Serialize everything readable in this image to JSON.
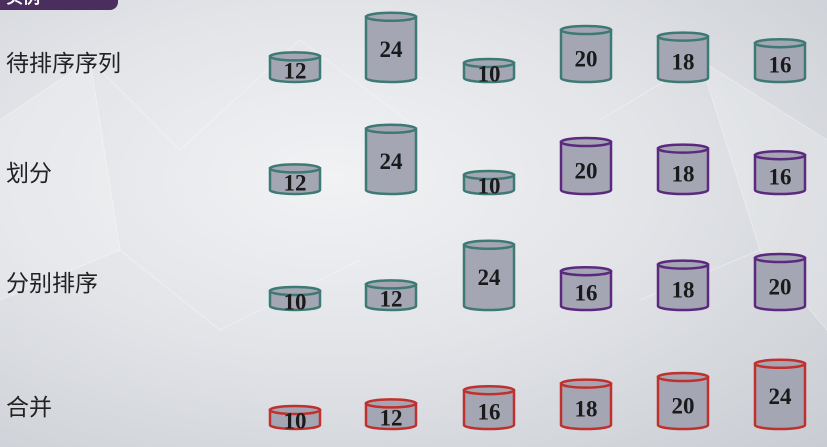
{
  "tag_text": "实例",
  "colors": {
    "teal": "#3d7a73",
    "purple": "#5b2a7e",
    "red": "#c0302d",
    "fill": "#a5a6b4"
  },
  "rows": [
    {
      "label": "待排序序列",
      "items": [
        {
          "value": 12,
          "color": "teal"
        },
        {
          "value": 24,
          "color": "teal"
        },
        {
          "value": 10,
          "color": "teal"
        },
        {
          "value": 20,
          "color": "teal"
        },
        {
          "value": 18,
          "color": "teal"
        },
        {
          "value": 16,
          "color": "teal"
        }
      ]
    },
    {
      "label": "划分",
      "items": [
        {
          "value": 12,
          "color": "teal"
        },
        {
          "value": 24,
          "color": "teal"
        },
        {
          "value": 10,
          "color": "teal"
        },
        {
          "value": 20,
          "color": "purple"
        },
        {
          "value": 18,
          "color": "purple"
        },
        {
          "value": 16,
          "color": "purple"
        }
      ]
    },
    {
      "label": "分别排序",
      "items": [
        {
          "value": 10,
          "color": "teal"
        },
        {
          "value": 12,
          "color": "teal"
        },
        {
          "value": 24,
          "color": "teal"
        },
        {
          "value": 16,
          "color": "purple"
        },
        {
          "value": 18,
          "color": "purple"
        },
        {
          "value": 20,
          "color": "purple"
        }
      ]
    },
    {
      "label": "合并",
      "items": [
        {
          "value": 10,
          "color": "red"
        },
        {
          "value": 12,
          "color": "red"
        },
        {
          "value": 16,
          "color": "red"
        },
        {
          "value": 18,
          "color": "red"
        },
        {
          "value": 20,
          "color": "red"
        },
        {
          "value": 24,
          "color": "red"
        }
      ]
    }
  ]
}
